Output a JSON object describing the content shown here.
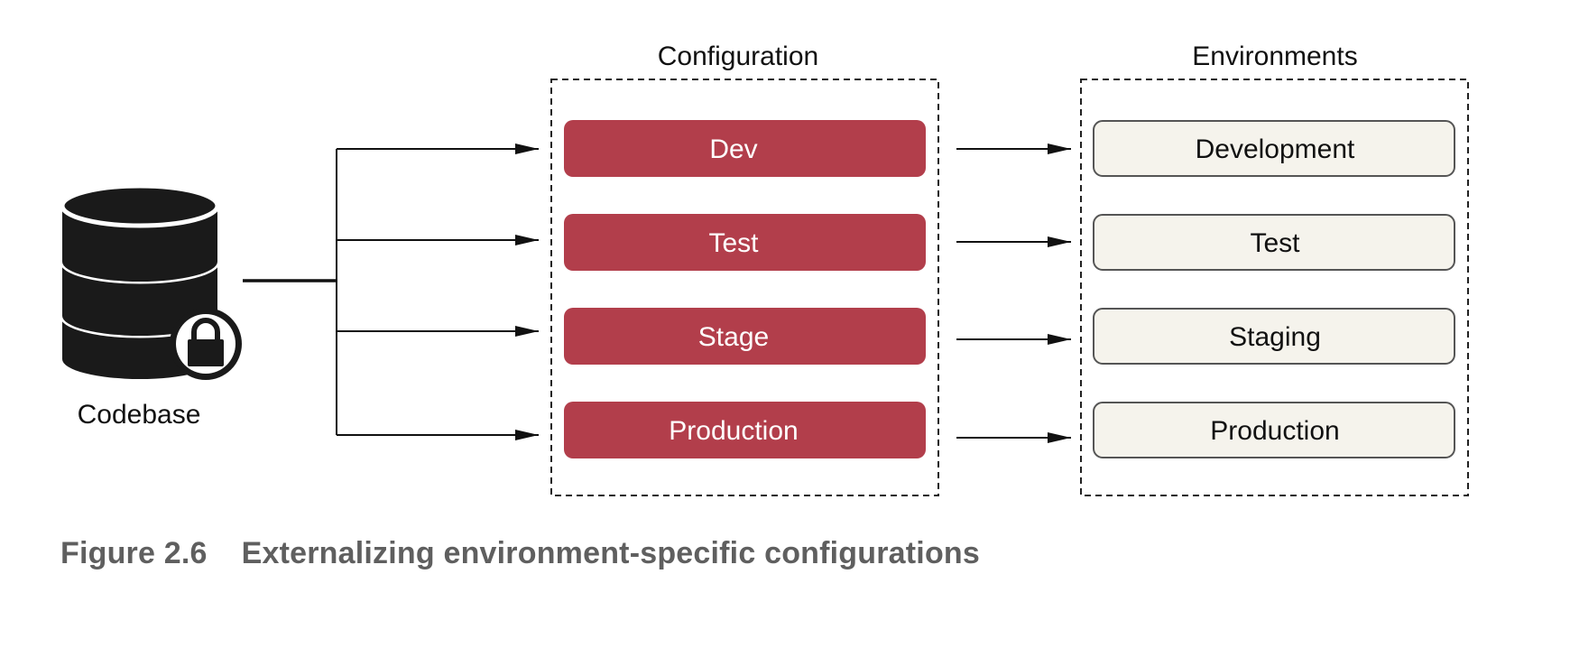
{
  "codebase": {
    "label": "Codebase",
    "icon": "database-lock-icon"
  },
  "configuration": {
    "title": "Configuration",
    "items": [
      "Dev",
      "Test",
      "Stage",
      "Production"
    ],
    "color": "#b23e4b"
  },
  "environments": {
    "title": "Environments",
    "items": [
      "Development",
      "Test",
      "Staging",
      "Production"
    ],
    "fill": "#f5f3ec",
    "stroke": "#555555"
  },
  "caption": {
    "number": "Figure 2.6",
    "text": "Externalizing environment-specific configurations"
  }
}
